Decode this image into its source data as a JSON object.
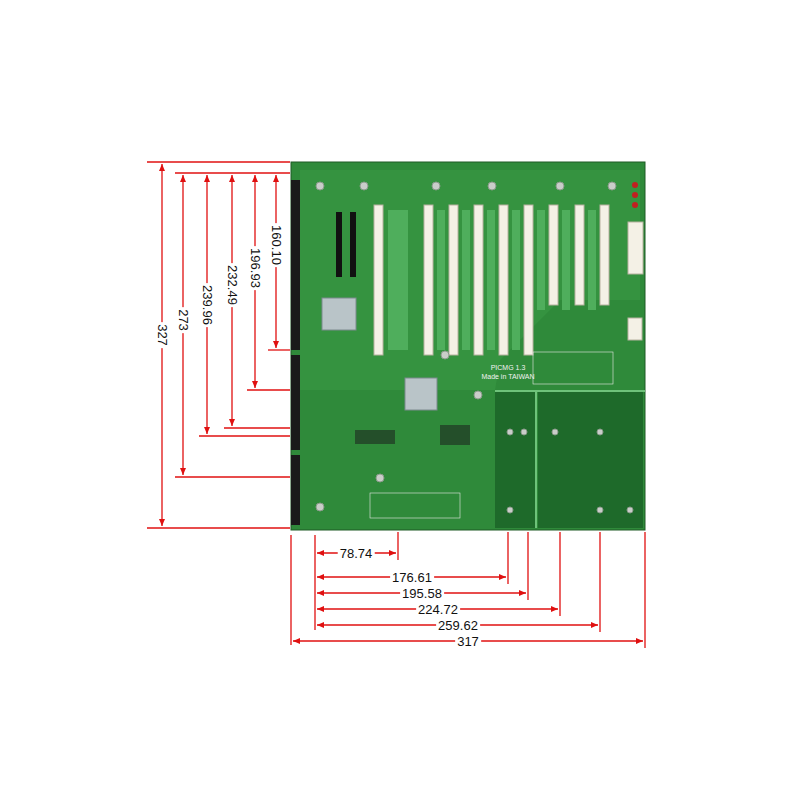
{
  "diagram": {
    "labels": [
      "160.10",
      "196.93",
      "232.49",
      "239.96",
      "273",
      "327",
      "78.74",
      "176.61",
      "195.58",
      "224.72",
      "259.62",
      "317",
      "PICMG 1.3",
      "Made in TAIWAN"
    ]
  }
}
